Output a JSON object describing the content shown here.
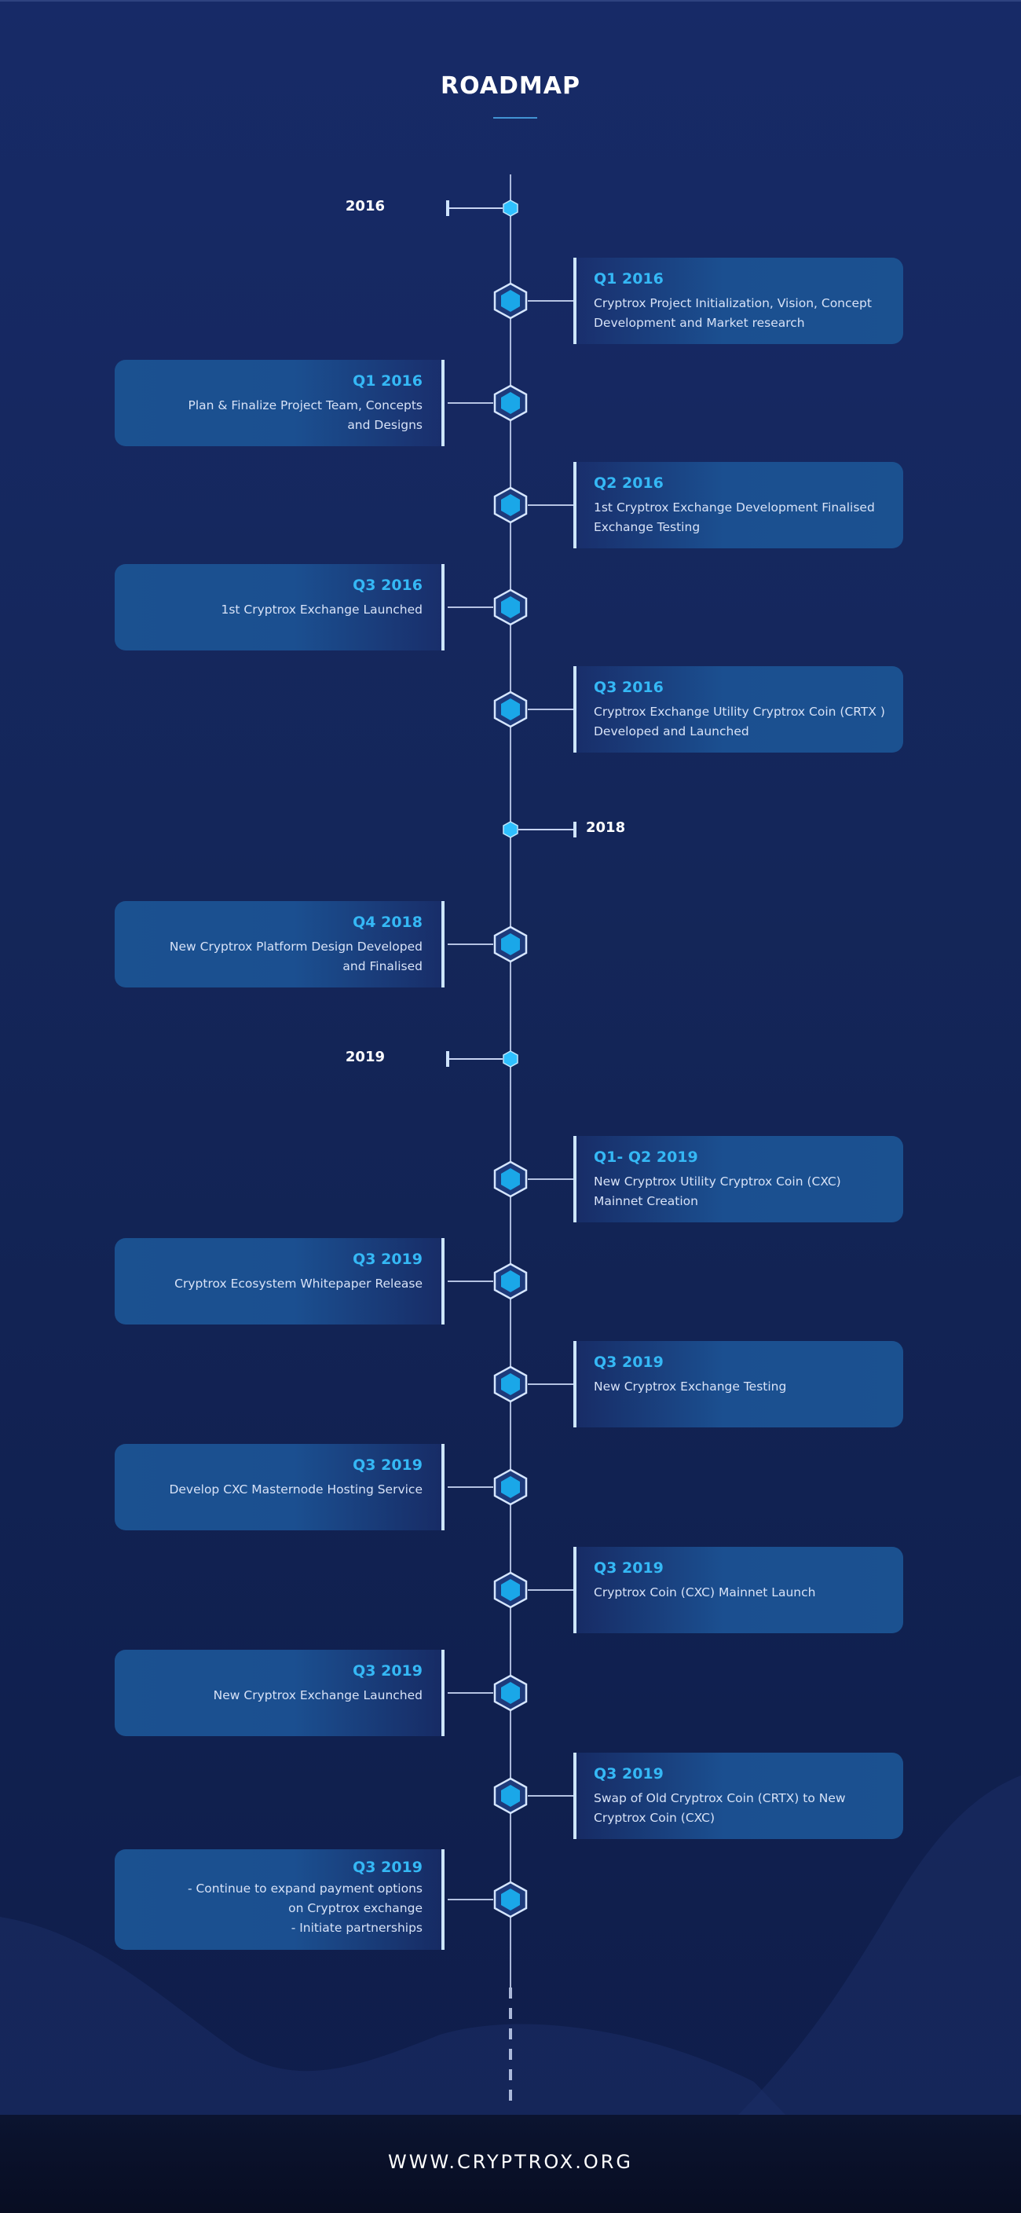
{
  "title": "ROADMAP",
  "years": [
    {
      "label": "2016",
      "side": "left"
    },
    {
      "label": "2018",
      "side": "right"
    },
    {
      "label": "2019",
      "side": "left"
    }
  ],
  "milestones": [
    {
      "side": "right",
      "title": "Q1 2016",
      "text": "Cryptrox Project Initialization, Vision, Concept\nDevelopment and Market research"
    },
    {
      "side": "left",
      "title": "Q1 2016",
      "text": "Plan & Finalize Project Team, Concepts\nand Designs"
    },
    {
      "side": "right",
      "title": "Q2 2016",
      "text": "1st Cryptrox Exchange Development Finalised\n Exchange Testing"
    },
    {
      "side": "left",
      "title": "Q3 2016",
      "text": "1st Cryptrox Exchange Launched"
    },
    {
      "side": "right",
      "title": "Q3 2016",
      "text": "Cryptrox Exchange Utility Cryptrox Coin (CRTX )\nDeveloped  and Launched"
    },
    {
      "side": "left",
      "title": "Q4 2018",
      "text": "New Cryptrox Platform Design Developed\nand Finalised"
    },
    {
      "side": "right",
      "title": "Q1- Q2 2019",
      "text": "New Cryptrox Utility Cryptrox Coin (CXC)\nMainnet Creation"
    },
    {
      "side": "left",
      "title": "Q3 2019",
      "text": "Cryptrox Ecosystem Whitepaper Release"
    },
    {
      "side": "right",
      "title": "Q3 2019",
      "text": "New Cryptrox Exchange Testing"
    },
    {
      "side": "left",
      "title": "Q3 2019",
      "text": "Develop CXC Masternode Hosting Service"
    },
    {
      "side": "right",
      "title": "Q3 2019",
      "text": "Cryptrox Coin (CXC) Mainnet Launch"
    },
    {
      "side": "left",
      "title": "Q3 2019",
      "text": "New Cryptrox Exchange Launched"
    },
    {
      "side": "right",
      "title": "Q3 2019",
      "text": "Swap of Old Cryptrox Coin (CRTX) to New\nCryptrox Coin (CXC)"
    },
    {
      "side": "left",
      "title": "Q3 2019",
      "text": "- Continue to expand payment options\non Cryptrox exchange\n- Initiate partnerships"
    }
  ],
  "footer": {
    "url": "WWW.CRYPTROX.ORG"
  },
  "colors": {
    "accent": "#35b8f5",
    "hex_fill": "#1aa7e8",
    "background": "#142659"
  }
}
